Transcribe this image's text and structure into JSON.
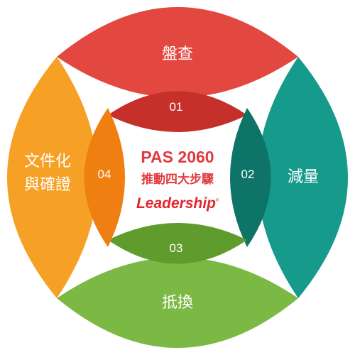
{
  "colors": {
    "red": "#e2483f",
    "red_dark": "#c6302a",
    "teal": "#169a8c",
    "teal_dark": "#0e7467",
    "green": "#7bb844",
    "green_dark": "#5f9b2d",
    "orange": "#f6a026",
    "orange_dark": "#f07f12",
    "title": "#e03a3e",
    "logo": "#e3252b"
  },
  "segments": [
    {
      "id": "top",
      "label": "盤查",
      "number": "01",
      "color": "red"
    },
    {
      "id": "right",
      "label": "減量",
      "number": "02",
      "color": "teal"
    },
    {
      "id": "bottom",
      "label": "抵換",
      "number": "03",
      "color": "green"
    },
    {
      "id": "left",
      "label_lines": [
        "文件化",
        "與確證"
      ],
      "number": "04",
      "color": "orange"
    }
  ],
  "center": {
    "title": "PAS 2060",
    "subtitle": "推動四大步驟",
    "logo": "Leadership",
    "logo_mark": "®"
  }
}
